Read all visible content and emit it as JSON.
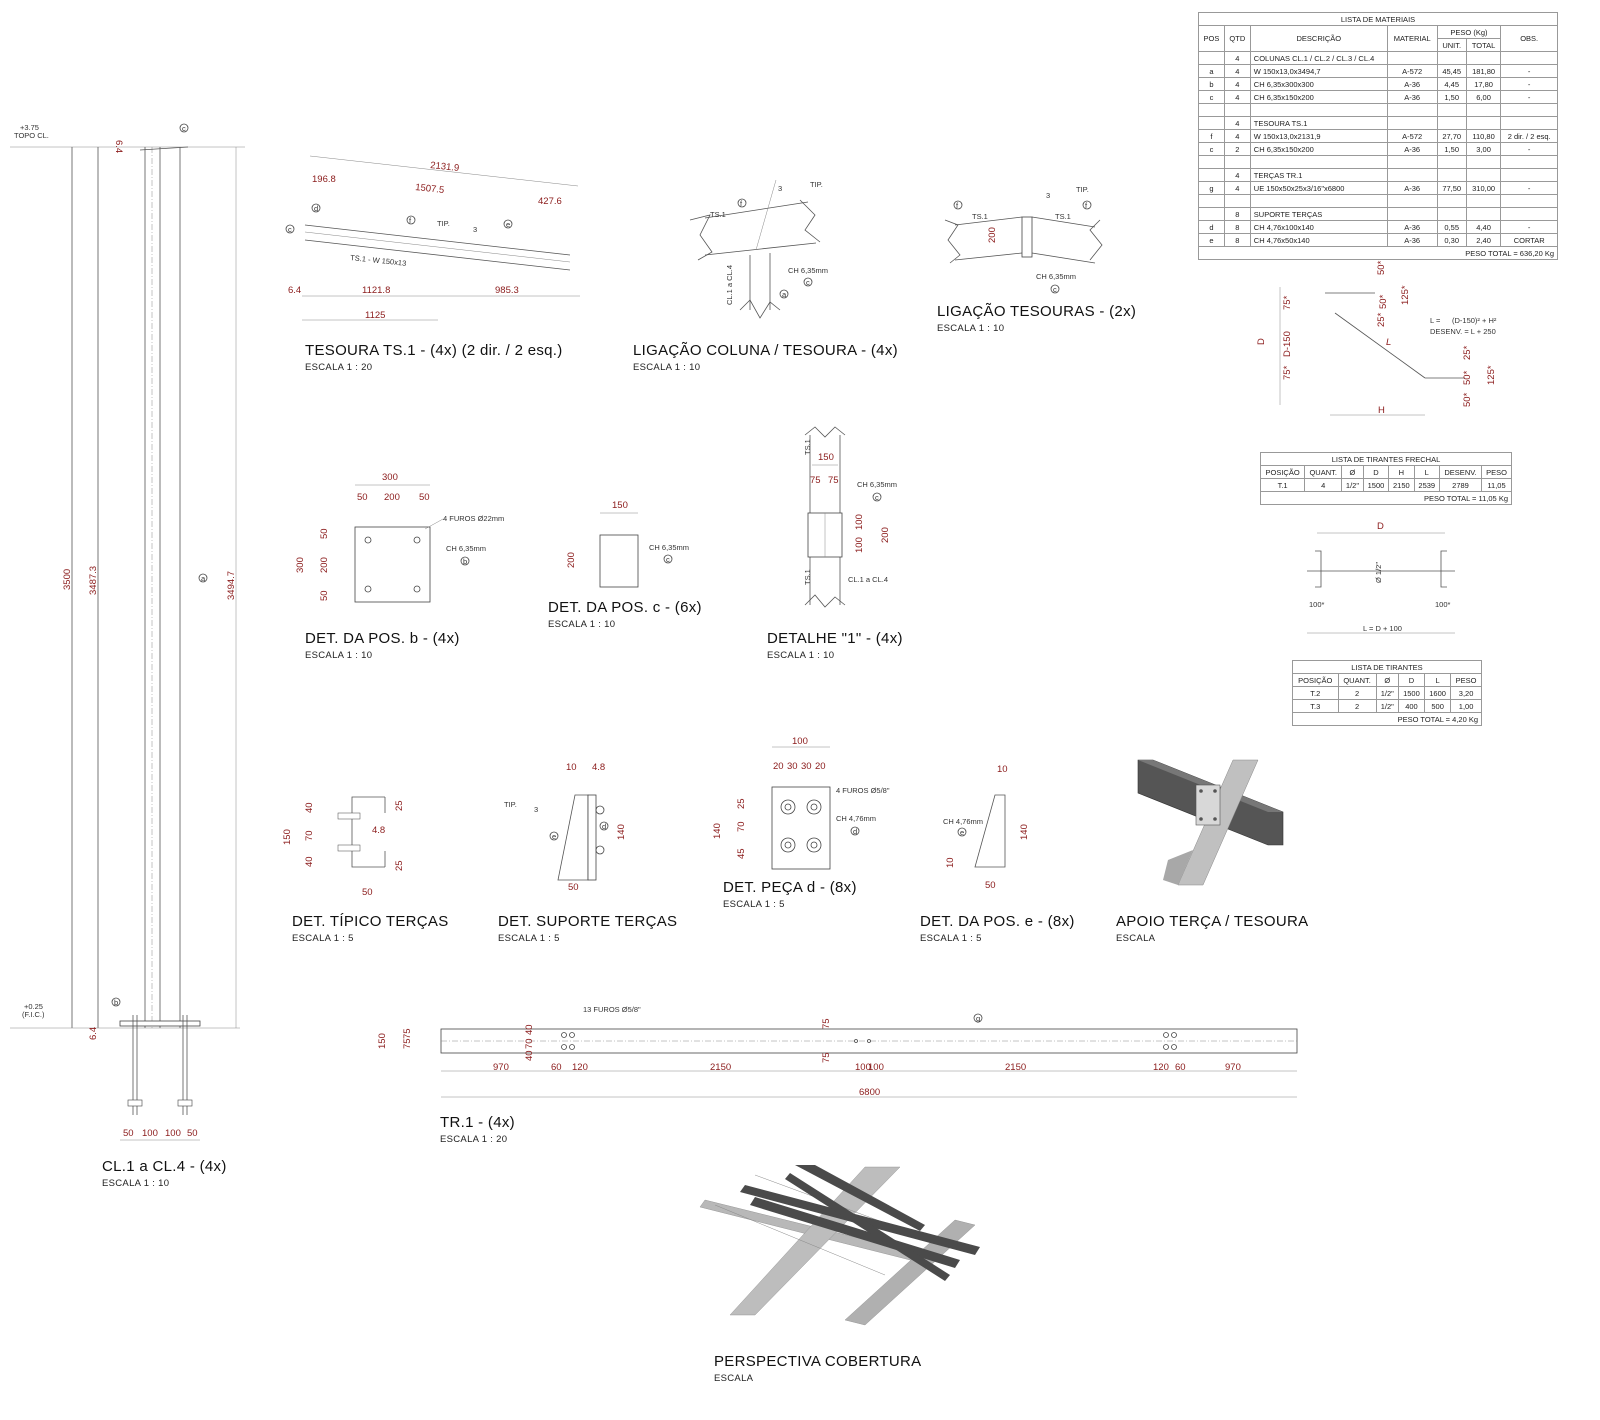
{
  "views": {
    "tesoura": {
      "title": "TESOURA TS.1 - (4x) (2 dir. / 2 esq.)",
      "scale": "ESCALA   1 : 20",
      "dims": [
        "2131.9",
        "196.8",
        "1507.5",
        "427.6",
        "6.4",
        "1121.8",
        "985.3",
        "1125"
      ],
      "labels": [
        "TS.1 - W 150x13",
        "TIP.",
        "3"
      ],
      "markers": [
        "c",
        "d",
        "f",
        "e"
      ]
    },
    "ligacao_coluna": {
      "title": "LIGAÇÃO COLUNA / TESOURA - (4x)",
      "scale": "ESCALA   1 : 10",
      "labels": [
        "TS.1",
        "TIP.",
        "3",
        "CL.1 a CL.4",
        "CH 6,35mm"
      ],
      "markers": [
        "f",
        "c",
        "a"
      ]
    },
    "ligacao_tesouras": {
      "title": "LIGAÇÃO TESOURAS - (2x)",
      "scale": "ESCALA   1 : 10",
      "labels": [
        "TS.1",
        "TS.1",
        "TIP.",
        "3",
        "CH 6,35mm"
      ],
      "dims": [
        "200"
      ],
      "markers": [
        "f",
        "f",
        "c"
      ]
    },
    "pos_b": {
      "title": "DET. DA POS. b - (4x)",
      "scale": "ESCALA   1 : 10",
      "dims": [
        "300",
        "50",
        "200",
        "50",
        "300",
        "50",
        "200",
        "50"
      ],
      "labels": [
        "4 FUROS Ø22mm",
        "CH 6,35mm"
      ],
      "markers": [
        "b"
      ]
    },
    "pos_c": {
      "title": "DET. DA POS. c - (6x)",
      "scale": "ESCALA   1 : 10",
      "dims": [
        "150",
        "200"
      ],
      "labels": [
        "CH 6,35mm"
      ],
      "markers": [
        "c"
      ]
    },
    "detalhe1": {
      "title": "DETALHE \"1\" - (4x)",
      "scale": "ESCALA   1 : 10",
      "dims": [
        "150",
        "75",
        "75",
        "100",
        "100",
        "200"
      ],
      "labels": [
        "TS.1",
        "TS.1",
        "CH 6,35mm",
        "CL.1 a CL.4"
      ],
      "markers": [
        "c"
      ]
    },
    "coluna": {
      "title": "CL.1 a CL.4 - (4x)",
      "scale": "ESCALA   1 : 10",
      "levels": [
        "+3.75",
        "TOPO CL.",
        "+0.25",
        "(F.I.C.)"
      ],
      "dims": [
        "3500",
        "3487.3",
        "3494.7",
        "6.4",
        "6.4",
        "50",
        "100",
        "100",
        "50"
      ],
      "markers": [
        "c",
        "a",
        "b"
      ]
    },
    "tipico_tercas": {
      "title": "DET. TÍPICO TERÇAS",
      "scale": "ESCALA   1 : 5",
      "dims": [
        "150",
        "40",
        "70",
        "40",
        "25",
        "4.8",
        "25",
        "50"
      ]
    },
    "suporte_tercas": {
      "title": "DET. SUPORTE TERÇAS",
      "scale": "ESCALA   1 : 5",
      "dims": [
        "10",
        "4.8",
        "140",
        "50"
      ],
      "labels": [
        "TIP.",
        "3"
      ],
      "markers": [
        "d",
        "e"
      ]
    },
    "peca_d": {
      "title": "DET. PEÇA d - (8x)",
      "scale": "ESCALA   1 : 5",
      "dims": [
        "100",
        "20",
        "30",
        "30",
        "20",
        "140",
        "25",
        "70",
        "45"
      ],
      "labels": [
        "4 FUROS Ø5/8\"",
        "CH 4,76mm"
      ],
      "markers": [
        "d"
      ]
    },
    "pos_e": {
      "title": "DET. DA POS. e - (8x)",
      "scale": "ESCALA   1 : 5",
      "dims": [
        "10",
        "140",
        "10",
        "50"
      ],
      "labels": [
        "CH 4,76mm"
      ],
      "markers": [
        "e"
      ]
    },
    "apoio": {
      "title": "APOIO TERÇA / TESOURA",
      "scale": "ESCALA"
    },
    "tr1": {
      "title": "TR.1 - (4x)",
      "scale": "ESCALA   1 : 20",
      "dims": [
        "150",
        "75",
        "75",
        "40",
        "70",
        "40",
        "75",
        "75",
        "970",
        "60",
        "120",
        "2150",
        "100",
        "100",
        "2150",
        "120",
        "60",
        "970",
        "6800"
      ],
      "labels": [
        "13 FUROS Ø5/8\""
      ],
      "markers": [
        "g"
      ]
    },
    "perspectiva": {
      "title": "PERSPECTIVA COBERTURA",
      "scale": "ESCALA"
    },
    "tirante_frechal_sketch": {
      "dims": [
        "50*",
        "75*",
        "50*",
        "125*",
        "25*",
        "25*",
        "50*",
        "125*",
        "50*",
        "75*"
      ],
      "labels": [
        "D",
        "D-150",
        "L",
        "H"
      ],
      "formula": [
        "L =",
        "(D-150)² + H²",
        "DESENV. = L + 250"
      ]
    },
    "tirante_sketch": {
      "dims": [
        "D",
        "Ø 1/2\"",
        "100*",
        "100*",
        "L = D + 100"
      ]
    }
  },
  "materials": {
    "title": "LISTA DE MATERIAIS",
    "headers": {
      "pos": "POS",
      "qtd": "QTD",
      "desc": "DESCRIÇÃO",
      "material": "MATERIAL",
      "peso": "PESO (Kg)",
      "unit": "UNIT.",
      "total": "TOTAL",
      "obs": "OBS."
    },
    "rows": [
      {
        "pos": "",
        "qtd": "4",
        "desc": "COLUNAS CL.1 / CL.2 / CL.3 / CL.4",
        "material": "",
        "unit": "",
        "total": "",
        "obs": ""
      },
      {
        "pos": "a",
        "qtd": "4",
        "desc": "W 150x13,0x3494,7",
        "material": "A-572",
        "unit": "45,45",
        "total": "181,80",
        "obs": "-"
      },
      {
        "pos": "b",
        "qtd": "4",
        "desc": "CH 6,35x300x300",
        "material": "A-36",
        "unit": "4,45",
        "total": "17,80",
        "obs": "-"
      },
      {
        "pos": "c",
        "qtd": "4",
        "desc": "CH 6,35x150x200",
        "material": "A-36",
        "unit": "1,50",
        "total": "6,00",
        "obs": "-"
      },
      {
        "pos": "",
        "qtd": "",
        "desc": "",
        "material": "",
        "unit": "",
        "total": "",
        "obs": ""
      },
      {
        "pos": "",
        "qtd": "4",
        "desc": "TESOURA TS.1",
        "material": "",
        "unit": "",
        "total": "",
        "obs": ""
      },
      {
        "pos": "f",
        "qtd": "4",
        "desc": "W 150x13,0x2131,9",
        "material": "A-572",
        "unit": "27,70",
        "total": "110,80",
        "obs": "2 dir. / 2 esq."
      },
      {
        "pos": "c",
        "qtd": "2",
        "desc": "CH 6,35x150x200",
        "material": "A-36",
        "unit": "1,50",
        "total": "3,00",
        "obs": "-"
      },
      {
        "pos": "",
        "qtd": "",
        "desc": "",
        "material": "",
        "unit": "",
        "total": "",
        "obs": ""
      },
      {
        "pos": "",
        "qtd": "4",
        "desc": "TERÇAS TR.1",
        "material": "",
        "unit": "",
        "total": "",
        "obs": ""
      },
      {
        "pos": "g",
        "qtd": "4",
        "desc": "UE 150x50x25x3/16\"x6800",
        "material": "A-36",
        "unit": "77,50",
        "total": "310,00",
        "obs": "-"
      },
      {
        "pos": "",
        "qtd": "",
        "desc": "",
        "material": "",
        "unit": "",
        "total": "",
        "obs": ""
      },
      {
        "pos": "",
        "qtd": "8",
        "desc": "SUPORTE TERÇAS",
        "material": "",
        "unit": "",
        "total": "",
        "obs": ""
      },
      {
        "pos": "d",
        "qtd": "8",
        "desc": "CH 4,76x100x140",
        "material": "A-36",
        "unit": "0,55",
        "total": "4,40",
        "obs": "-"
      },
      {
        "pos": "e",
        "qtd": "8",
        "desc": "CH 4,76x50x140",
        "material": "A-36",
        "unit": "0,30",
        "total": "2,40",
        "obs": "CORTAR"
      }
    ],
    "total": "PESO TOTAL = 636,20 Kg"
  },
  "tirantes_frechal": {
    "title": "LISTA DE TIRANTES FRECHAL",
    "headers": [
      "POSIÇÃO",
      "QUANT.",
      "Ø",
      "D",
      "H",
      "L",
      "DESENV.",
      "PESO"
    ],
    "rows": [
      [
        "T.1",
        "4",
        "1/2\"",
        "1500",
        "2150",
        "2539",
        "2789",
        "11,05"
      ]
    ],
    "total": "PESO TOTAL = 11,05 Kg"
  },
  "tirantes": {
    "title": "LISTA DE TIRANTES",
    "headers": [
      "POSIÇÃO",
      "QUANT.",
      "Ø",
      "D",
      "L",
      "PESO"
    ],
    "rows": [
      [
        "T.2",
        "2",
        "1/2\"",
        "1500",
        "1600",
        "3,20"
      ],
      [
        "T.3",
        "2",
        "1/2\"",
        "400",
        "500",
        "1,00"
      ]
    ],
    "total": "PESO TOTAL = 4,20 Kg"
  },
  "colors": {
    "dimension": "#8b1b1b",
    "line": "#555555",
    "steel_dark": "#4a4a4a",
    "steel_light": "#b5b5b5"
  }
}
